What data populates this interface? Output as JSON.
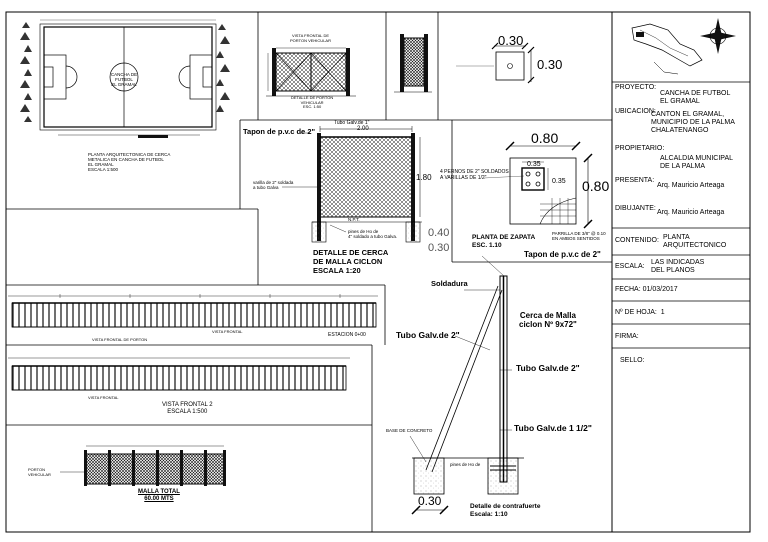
{
  "drawing": {
    "field_plan": {
      "caption_1": "PLANTA ARQUITECTONICA DE CERCA",
      "caption_2": "METALICA EN CANCHA DE FUTBOL",
      "caption_3": "EL GRAMAL",
      "scale": "ESCALA 1:500",
      "center_label_1": "CANCHA DE FUTBOL",
      "center_label_2": "EL GRAMAL"
    },
    "gate_detail": {
      "title_1": "VISTA FRONTAL DE",
      "title_2": "PORTON VEHICULAR",
      "caption_1": "DETALLE DE PORTON",
      "caption_2": "VEHICULAR",
      "scale": "ESC. 1:50"
    },
    "post_section": {
      "dim": "0.30",
      "dim2": "0.30"
    },
    "fence_detail": {
      "cap_label": "Tapon de p.v.c de 2\"",
      "tube_top": "Tubo Galv.de 1\"",
      "width": "2.00",
      "height": "1.80",
      "tie_label_1": "varilla de 2\" soldada",
      "tie_label_2": "a tubo Galva",
      "level": "N.P.T.",
      "bolt_1": "pines de Ho de",
      "bolt_2": "4\" soldado a tubo Galva.",
      "dim_040": "0.40",
      "dim_030": "0.30",
      "title_1": "DETALLE DE CERCA",
      "title_2": "DE MALLA CICLON",
      "scale": "ESCALA 1:20"
    },
    "footing": {
      "dim_top": "0.80",
      "dim_side": "0.80",
      "dim_inner_1": "0.35",
      "dim_inner_2": "0.35",
      "bolts_1": "4 PERNOS DE 2\" SOLDADOS",
      "bolts_2": "A VARILLAS DE 1/2\"",
      "rebar_1": "PARRILLA DE 3/8\" @ 0.10",
      "rebar_2": "EN AMBOS SENTIDOS",
      "title": "PLANTA DE ZAPATA",
      "scale": "ESC.     1.10"
    },
    "elevation_1": {
      "label_1": "VISTA FRONTAL DE PORTON",
      "label_2": "VISTA FRONTAL",
      "label_3": "ESTACION 0+00"
    },
    "elevation_2": {
      "label_1": "VISTA FRONTAL",
      "caption_1": "VISTA FRONTAL 2",
      "scale": "ESCALA 1:500"
    },
    "elevation_3": {
      "label_1": "PORTON",
      "label_2": "VEHICULAR",
      "caption_1": "MALLA TOTAL",
      "caption_2": "60.00  MTS"
    },
    "brace_detail": {
      "cap": "Tapon de p.v.c de 2\"",
      "weld": "Soldadura",
      "mesh_1": "Cerca de Malla",
      "mesh_2": "ciclon  Nº 9x72\"",
      "tube_left": "Tubo Galv.de 2\"",
      "tube_right": "Tubo Galv.de 2\"",
      "tube_low": "Tubo Galv.de 1 1/2\"",
      "base": "BASE DE CONCRETO",
      "pin": "pines de Ho de",
      "dim": "0.30",
      "title_1": "Detalle de contrafuerte",
      "title_2": "Escala: 1:10"
    }
  },
  "title_block": {
    "proyecto_label": "PROYECTO:",
    "proyecto_1": "CANCHA  DE  FUTBOL",
    "proyecto_2": "EL GRAMAL",
    "ubicacion_label": "UBICACION:",
    "ubicacion_1": "CANTON EL GRAMAL,",
    "ubicacion_2": "MUNICIPIO  DE  LA  PALMA",
    "ubicacion_3": "CHALATENANGO",
    "propietario_label": "PROPIETARIO:",
    "propietario_1": "ALCALDIA  MUNICIPAL",
    "propietario_2": "DE  LA  PALMA",
    "presenta_label": "PRESENTA:",
    "presenta": "Arq. Mauricio  Arteaga",
    "dibujante_label": "DIBUJANTE:",
    "dibujante": "Arq. Mauricio  Arteaga",
    "contenido_label": "CONTENIDO:",
    "contenido_1": "PLANTA",
    "contenido_2": "ARQUITECTONICO",
    "escala_label": "ESCALA:",
    "escala_1": "LAS  INDICADAS",
    "escala_2": "DEL  PLANOS",
    "fecha_label": "FECHA:",
    "fecha": "01/03/2017",
    "hoja_label": "Nº  DE  HOJA:",
    "hoja": "1",
    "firma_label": "FIRMA:",
    "sello_label": "SELLO:"
  }
}
